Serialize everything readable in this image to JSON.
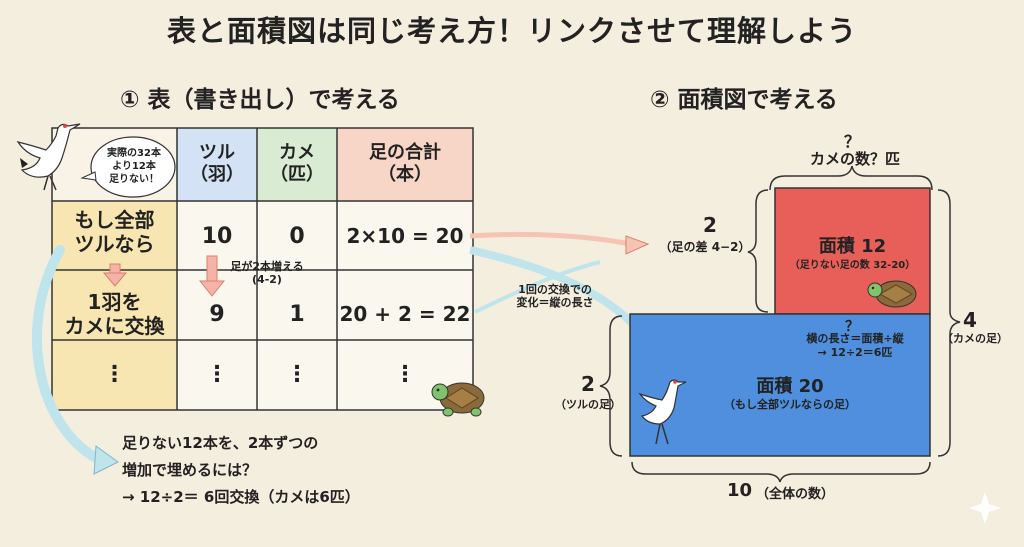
{
  "title": "表と面積図は同じ考え方！リンクさせて理解しよう",
  "left": {
    "section_title": "① 表（書き出し）で考える",
    "bubble": [
      "実際の32本",
      "より12本",
      "足りない！"
    ],
    "headers": {
      "crane": [
        "ツル",
        "（羽）"
      ],
      "turtle": [
        "カメ",
        "（匹）"
      ],
      "total": [
        "足の合計",
        "（本）"
      ]
    },
    "rows": [
      {
        "label": [
          "もし全部",
          "ツルなら"
        ],
        "crane": "10",
        "turtle": "0",
        "total": "2×10 = 20"
      },
      {
        "label": [
          "1羽を",
          "カメに交換"
        ],
        "crane": "9",
        "turtle": "1",
        "total": "20 + 2 = 22"
      },
      {
        "label": [
          "⋮"
        ],
        "crane": "⋮",
        "turtle": "⋮",
        "total": "⋮"
      }
    ],
    "increase_note": [
      "足が2本増える",
      "(4-2)"
    ],
    "bottom_note": [
      "足りない12本を、2本ずつの",
      "増加で埋めるには？",
      "→ 12÷2＝ 6回交換（カメは6匹）"
    ]
  },
  "middle_note": [
    "1回の交換での",
    "変化＝縦の長さ"
  ],
  "right": {
    "section_title": "② 面積図で考える",
    "top_q": "？",
    "top_label": "カメの数？匹",
    "diff_num": "2",
    "diff_label": "（足の差 4−2）",
    "red_title": "面積 12",
    "red_sub": "（足りない足の数 32-20）",
    "mid_q": "？",
    "mid_formula": [
      "横の長さ＝面積÷縦",
      "→ 12÷2＝6匹"
    ],
    "blue_title": "面積 20",
    "blue_sub": "（もし全部ツルならの足）",
    "left_num": "2",
    "left_label": "（ツルの足）",
    "right_num": "4",
    "right_label": "（カメの足）",
    "bottom_num": "10",
    "bottom_label": "（全体の数）"
  },
  "colors": {
    "background": "#f4eedf",
    "header_crane": "#d3e2f4",
    "header_turtle": "#d9ecd3",
    "header_total": "#f7d6c7",
    "label_cell": "#f8e6b2",
    "red_area": "#e85f5a",
    "blue_area": "#4f8fdd",
    "arrow_blue": "#bfe4ec",
    "arrow_pink": "#f09a8c"
  }
}
